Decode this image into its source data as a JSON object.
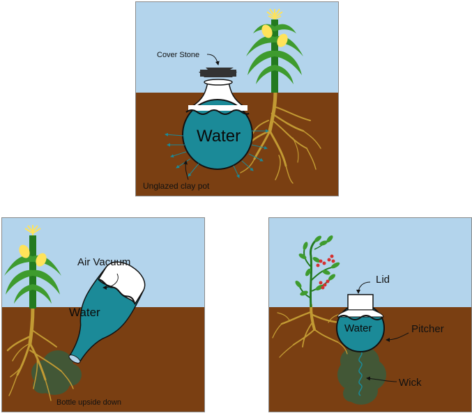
{
  "panels": {
    "top": {
      "cover_label": "Cover Stone",
      "water_label": "Water",
      "pot_label": "Unglazed clay pot"
    },
    "bottom_left": {
      "air_label": "Air Vacuum",
      "water_label": "Water",
      "bottle_label": "Bottle upside down"
    },
    "bottom_right": {
      "lid_label": "Lid",
      "water_label": "Water",
      "pitcher_label": "Pitcher",
      "wick_label": "Wick"
    }
  },
  "colors": {
    "sky": "#b3d4ec",
    "soil": "#7a3f12",
    "water": "#1b8a98",
    "root": "#c29a33",
    "stem": "#237a1f",
    "leaf": "#3e9b2e",
    "corn_tassel": "#ffe35a",
    "moist_zone": "#3d5a3a",
    "berry": "#d43030",
    "stone": "#333333"
  }
}
